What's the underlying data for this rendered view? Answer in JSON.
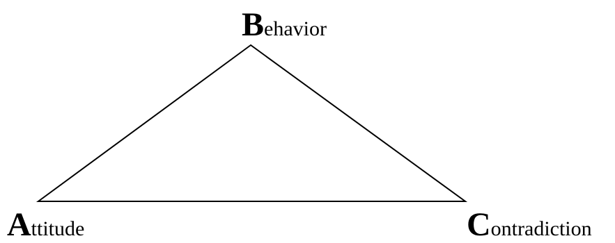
{
  "vertices": {
    "top": {
      "initial": "B",
      "rest": "ehavior"
    },
    "left": {
      "initial": "A",
      "rest": "ttitude"
    },
    "right": {
      "initial": "C",
      "rest": "ontradiction"
    }
  },
  "colors": {
    "stroke": "#000000",
    "background": "#ffffff"
  }
}
